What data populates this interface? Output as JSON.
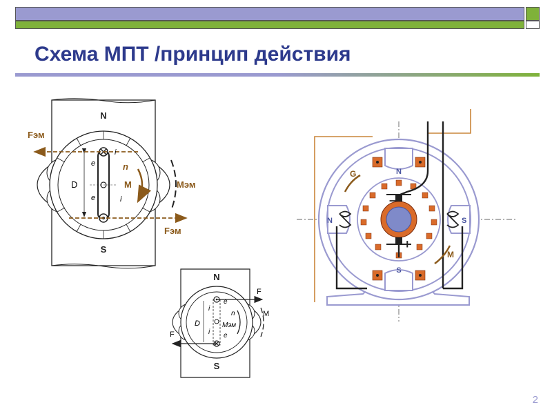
{
  "header": {
    "title": "Схема МПТ /принцип действия",
    "page_number": "2"
  },
  "diagram_left": {
    "pole_north": "N",
    "pole_south": "S",
    "force_top": "Fэм",
    "force_bottom": "Fэм",
    "moment_label": "Mэм",
    "rotation_n": "n",
    "rotation_m": "M",
    "diameter": "D",
    "emf_top": "e",
    "emf_bottom": "e",
    "current_top": "i",
    "current_bottom": "i",
    "colors": {
      "force": "#8b5a1b",
      "frame": "#222222"
    }
  },
  "diagram_small": {
    "pole_north": "N",
    "pole_south": "S",
    "force_top": "F",
    "force_bottom": "F",
    "moment_outer": "M",
    "moment_inner": "Mэм",
    "rotation_n": "n",
    "diameter": "D",
    "emf_top": "e",
    "emf_bottom": "e",
    "current_top": "i",
    "current_bottom": "i"
  },
  "diagram_right": {
    "pole_north": "N",
    "pole_south": "S",
    "pole_left": "N",
    "pole_right": "S",
    "generator_mark": "G",
    "motor_mark": "M",
    "brush_minus": "–",
    "brush_plus": "+",
    "colors": {
      "frame": "#9a9ad0",
      "wire": "#c9853a",
      "rotor": "#7f8ac9",
      "winding": "#d96b2a"
    }
  }
}
